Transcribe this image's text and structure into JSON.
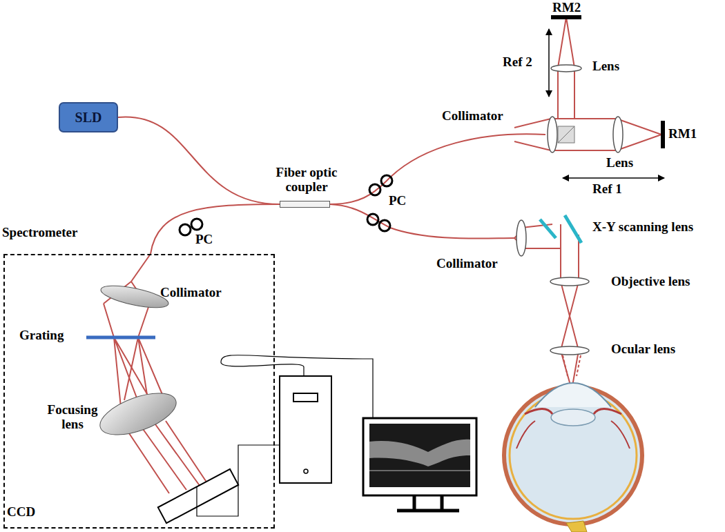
{
  "diagram": {
    "nodes": [
      {
        "text": [
          "SLD"
        ]
      },
      {
        "text": [
          "Fiber optic coupler"
        ]
      },
      {
        "text": [
          "Spectrometer"
        ]
      }
    ],
    "edges": [
      {
        "from": 0,
        "to": 1,
        "arrow": "none"
      },
      {
        "from": 1,
        "to": 2,
        "arrow": "none"
      }
    ],
    "labels": [
      "RM2",
      "Ref 2",
      "Lens",
      "Collimator",
      "RM1",
      "Lens",
      "Ref 1",
      "PC",
      "PC",
      "X-Y scanning lens",
      "Collimator",
      "Objective lens",
      "Ocular lens",
      "Collimator",
      "Grating",
      "Focusing lens",
      "CCD"
    ]
  }
}
